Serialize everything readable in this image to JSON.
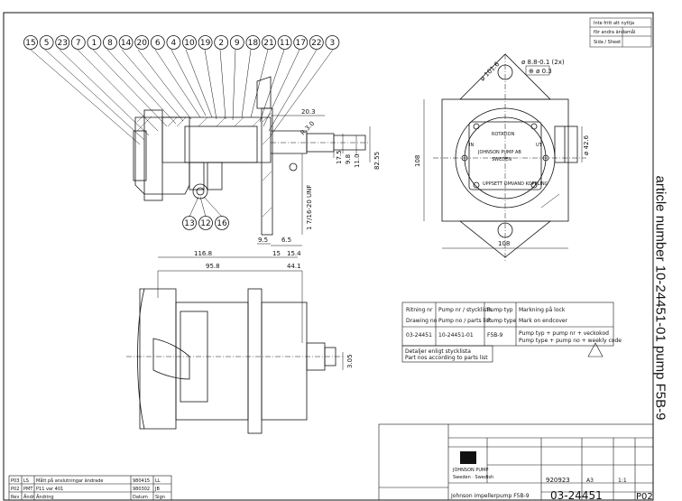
{
  "balloons": [
    "15",
    "5",
    "23",
    "7",
    "1",
    "8",
    "14",
    "20",
    "6",
    "4",
    "10",
    "19",
    "2",
    "9",
    "18",
    "21",
    "11",
    "17",
    "22",
    "3"
  ],
  "balloons_lower": [
    "13",
    "12",
    "16"
  ],
  "dimensions": {
    "d1": "11.0",
    "d2": "9.8",
    "d3": "17.5",
    "d4": "82.55",
    "d5": "1 7/16-20 UNF",
    "d6": "20.3",
    "d7": "9.5",
    "d8": "6.5",
    "d9": "15",
    "d10": "15.4",
    "d11": "116.8",
    "d12": "95.8",
    "d13": "44.1",
    "d14": "108",
    "d15": "108",
    "d16": "3.05",
    "d17": "R 3.0",
    "d18": "ø 8.8-0.1 (2x)",
    "d19": "⊕ ø 0.3",
    "d20": "ø 101.6",
    "d21": "ø 42.6"
  },
  "nameplate": {
    "rotation": "ROTATION",
    "brand": "JOHNSON PUMP AB",
    "country": "SWEDEN",
    "in_label": "IN",
    "out_label": "UT",
    "bottom": "UPPSETT OMVAND KOPPLING"
  },
  "marking_table": {
    "headers": [
      "Ritning nr",
      "Pump nr / stycklista",
      "Pump typ",
      "Markning på lock"
    ],
    "headers_en": [
      "Drawing no",
      "Pump no / parts list",
      "Pump type",
      "Mark on endcover"
    ],
    "row": [
      "03-24451",
      "10-24451-01",
      "F5B-9",
      "Pump typ + pump nr + veckokod"
    ],
    "row_en": "Pump type + pump no + weekly code",
    "note1": "Detaljer enligt stycklista",
    "note2": "Part nos according to parts list"
  },
  "revision_table": {
    "rows": [
      {
        "rev": "P03",
        "col2": "LS",
        "text": "Mått på anslutningar ändrade",
        "date": "980415",
        "sign": "LL"
      },
      {
        "rev": "P02",
        "col2": "PMT",
        "text": "P11 var 401",
        "date": "980302",
        "sign": "JB"
      },
      {
        "rev": "Rev",
        "col2": "Ändr",
        "text": "Ändring",
        "date": "Datum",
        "sign": "Sign"
      }
    ]
  },
  "title_block": {
    "company": "JOHNSON PUMP",
    "subcompany": "Sweden · Swedish",
    "title": "Johnson impellerpump F5B-9",
    "date": "920923",
    "scale": "1:1",
    "format": "A3",
    "drawing_number": "03-24451",
    "revision": "P02"
  },
  "corner_stamp": {
    "line1": "Inte fritt att nyttja",
    "line2": "för andra ändamål",
    "line3": "Sida / Sheet"
  },
  "side_label": "article number 10-24451-01    pump F5B-9"
}
